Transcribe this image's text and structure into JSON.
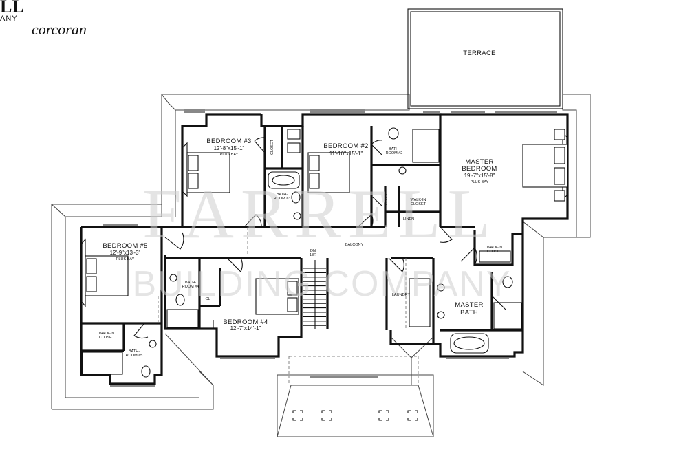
{
  "branding": {
    "logo_fragment": "LL",
    "company_fragment": "ANY",
    "partner": "corcoran"
  },
  "watermark": {
    "line1": "FARRELL",
    "line2": "BUILDING COMPANY"
  },
  "rooms": {
    "terrace": "TERRACE",
    "bedroom3": {
      "name": "BEDROOM #3",
      "dims": "12'-8\"x15'-1\"",
      "note": "PLUS BAY"
    },
    "bedroom2": {
      "name": "BEDROOM #2",
      "dims": "11'-10\"x15'-1\""
    },
    "master_bedroom": {
      "name_line1": "MASTER",
      "name_line2": "BEDROOM",
      "dims": "19'-7\"x15'-8\"",
      "note": "PLUS BAY"
    },
    "bedroom5": {
      "name": "BEDROOM #5",
      "dims": "12'-9\"x13'-3\"",
      "note": "PLUS BAY"
    },
    "bedroom4": {
      "name": "BEDROOM #4",
      "dims": "12'-7\"x14'-1\""
    },
    "master_bath": {
      "line1": "MASTER",
      "line2": "BATH"
    },
    "balcony": "BALCONY",
    "laundry": "LAUNDRY",
    "stair": {
      "line1": "DN",
      "line2": "18R"
    },
    "closet_b3": "CLOSET",
    "closet_b2": "CLOSET",
    "linen": "LINEN",
    "walkin_master1": {
      "line1": "WALK-IN",
      "line2": "CLOSET"
    },
    "walkin_master2": {
      "line1": "WALK-IN",
      "line2": "CLOSET"
    },
    "walkin_b5": {
      "line1": "WALK-IN",
      "line2": "CLOSET"
    },
    "bath3": {
      "line1": "BATH-",
      "line2": "ROOM #3"
    },
    "bath2": {
      "line1": "BATH-",
      "line2": "ROOM #2"
    },
    "bath4": {
      "line1": "BATH-",
      "line2": "ROOM #4"
    },
    "bath5": {
      "line1": "BATH-",
      "line2": "ROOM #5"
    },
    "cl": "CL"
  }
}
